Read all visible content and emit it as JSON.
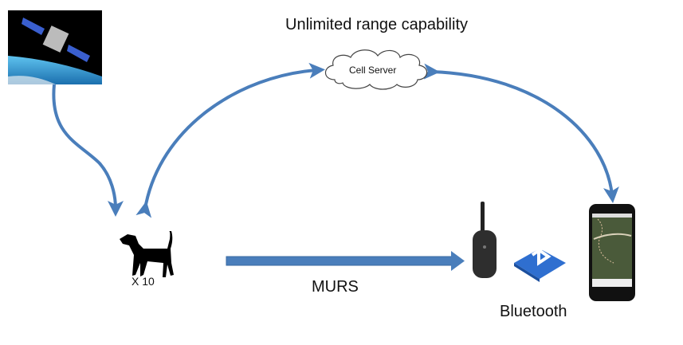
{
  "title": "Unlimited range capability",
  "nodes": {
    "satellite": {
      "icon": "satellite-image"
    },
    "cell_server": {
      "label": "Cell Server",
      "icon": "cloud-icon"
    },
    "dogs": {
      "icon": "dog-icon",
      "count_label": "X 10"
    },
    "collar_device": {
      "icon": "handheld-receiver-icon"
    },
    "bluetooth": {
      "icon": "bluetooth-icon",
      "label": "Bluetooth"
    },
    "phone": {
      "icon": "smartphone-icon"
    }
  },
  "links": {
    "murs_label": "MURS"
  },
  "colors": {
    "arrow": "#4a7ebb",
    "bluetooth": "#2f6fd0"
  }
}
